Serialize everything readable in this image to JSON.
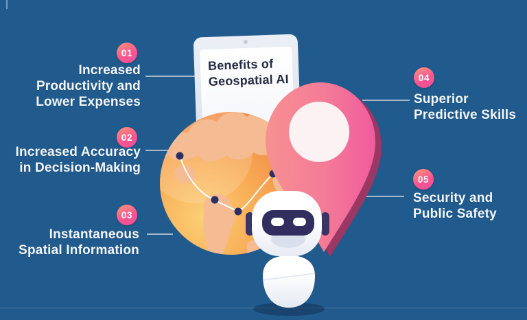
{
  "card": {
    "line1": "Benefits of",
    "line2": "Geospatial AI"
  },
  "items": [
    {
      "number": "01",
      "lines": [
        "Increased",
        "Productivity and",
        "Lower Expenses"
      ]
    },
    {
      "number": "02",
      "lines": [
        "Increased Accuracy",
        "in Decision-Making"
      ]
    },
    {
      "number": "03",
      "lines": [
        "Instantaneous",
        "Spatial Information"
      ]
    },
    {
      "number": "04",
      "lines": [
        "Superior",
        "Predictive Skills"
      ]
    },
    {
      "number": "05",
      "lines": [
        "Security and",
        "Public Safety"
      ]
    }
  ],
  "colors": {
    "background": "#215a8c",
    "badge_gradient_start": "#f9897f",
    "badge_gradient_end": "#f0509b",
    "label_text": "#f3f6fa",
    "card_text": "#262b44",
    "globe_orange": "#f19a4e",
    "globe_land_peach": "#f5bb92",
    "pin_pink": "#f2609e",
    "pin_shadow_maroon": "#9a3763",
    "robot_visor_navy": "#312e5f",
    "network_dot_navy": "#2d2f63",
    "connector_line": "#bcc9d8"
  },
  "illustration_icons": [
    "tablet-icon",
    "globe-icon",
    "location-pin-icon",
    "robot-icon"
  ]
}
